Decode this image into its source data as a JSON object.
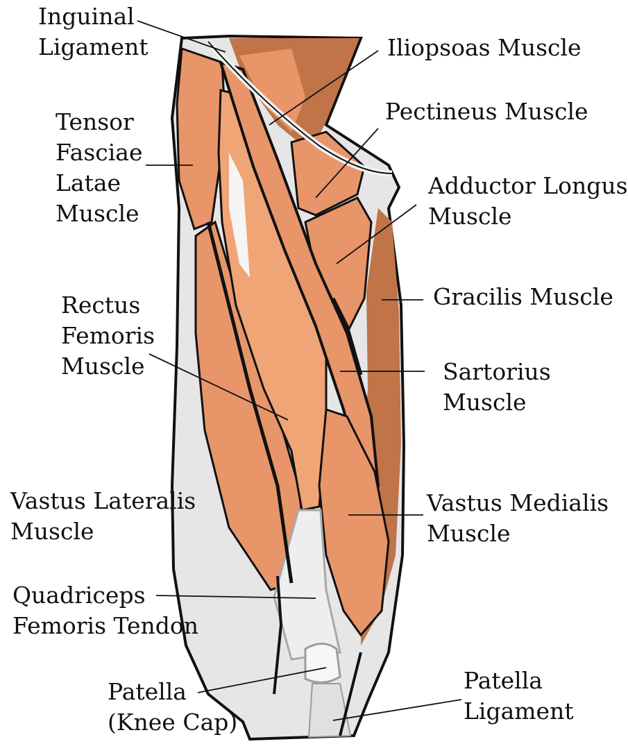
{
  "labels": {
    "inguinal_ligament": [
      "Inguinal",
      "Ligament"
    ],
    "tensor_fasciae_latae": [
      "Tensor",
      "Fasciae",
      "Latae",
      "Muscle"
    ],
    "rectus_femoris": [
      "Rectus",
      "Femoris",
      "Muscle"
    ],
    "vastus_lateralis": [
      "Vastus Lateralis",
      "Muscle"
    ],
    "quadriceps_tendon": [
      "Quadriceps",
      "Femoris Tendon"
    ],
    "patella": [
      "Patella",
      "(Knee Cap)"
    ],
    "iliopsoas": [
      "Iliopsoas Muscle"
    ],
    "pectineus": [
      "Pectineus Muscle"
    ],
    "adductor_longus": [
      "Adductor Longus",
      "Muscle"
    ],
    "gracilis": [
      "Gracilis Muscle"
    ],
    "sartorius": [
      "Sartorius",
      "Muscle"
    ],
    "vastus_medialis": [
      "Vastus Medialis",
      "Muscle"
    ],
    "patella_ligament": [
      "Patella",
      "Ligament"
    ]
  },
  "colors": {
    "muscle": "#e8956a",
    "muscle_light": "#f6b88c",
    "muscle_dark": "#c07448",
    "tendon": "#e6e6e6",
    "tendon_shadow": "#a8a8a8",
    "outline": "#111111",
    "leader": "#111111"
  }
}
